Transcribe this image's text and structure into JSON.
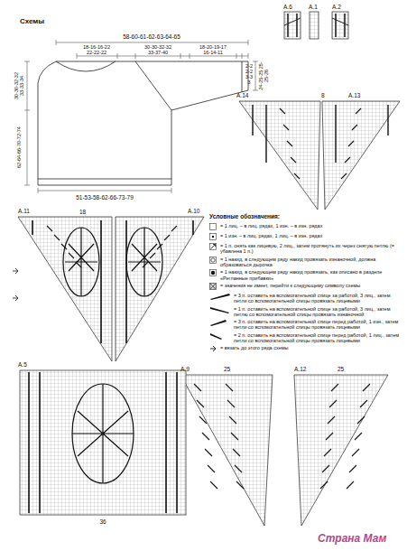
{
  "diagram": {
    "title": "Схемы",
    "labels": [
      "58-60-61-62-63-64-65",
      "18-16-16-22 22-22-22",
      "30-30-32-32 33-37-40",
      "18-20-19-17 16-14-11",
      "2-2 2-2 3-3 3",
      "24-25-25 25-25-26",
      "30-30-32-32 33-33-34",
      "62-64-66-70-72-74",
      "51-53-58-62-66-73-79",
      "A.6",
      "A.1",
      "A.2",
      "A.14",
      "8",
      "A.13",
      "A.11",
      "18",
      "A.10",
      "A.5",
      "36",
      "A.9",
      "25",
      "A.12",
      "25",
      "Страна Мам",
      "Условные обозначения:"
    ],
    "legend": [
      {
        "text": "= 1 лиц. – в лиц. рядах, 1 изн. – в изн. рядах"
      },
      {
        "text": "= 1 изн. – в лиц. рядах, 1 лиц. – в изн. рядах"
      },
      {
        "text": "= 1 п. снять как лицевую, 2 лиц., затем протянуть их через снятую петлю (= убавлена 1 п.)"
      },
      {
        "text": "= 1 накид, в следующем ряду накид провязать изнаночной, должна образоваться дырочка"
      },
      {
        "text": "= 1 накид, в следующем ряду накид провязать, как описано в разделе «Регланные прибавки»"
      },
      {
        "text": "= значения не имеет, перейти к следующему символу схемы"
      },
      {
        "text": "= 3 п. оставить на вспомогательной спице за работой, 3 лиц., затем петли со вспомогательной спицы провязать лицевыми"
      },
      {
        "text": "= 1 п. оставить на вспомогательной спице за работой, 3 лиц., затем петлю со вспомогательной спицы провязать изнаночной"
      },
      {
        "text": "= 3 п. оставить на вспомогательной спице перед работой, 1 изн., затем петли со вспомогательной спицы провязать лицевыми"
      },
      {
        "text": "= 2 п. оставить на вспомогательной спице перед работой, 1 лиц., затем петли со вспомогательной спицы провязать лицевыми"
      },
      {
        "text": "= вязать до этого ряда схемы"
      }
    ]
  }
}
